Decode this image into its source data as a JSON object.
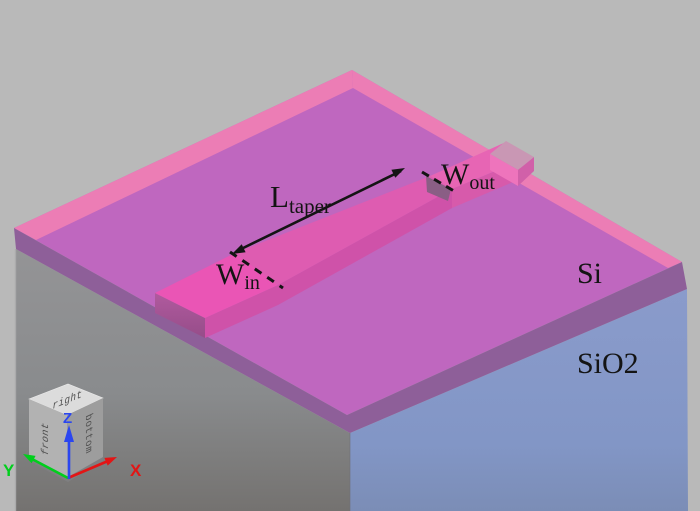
{
  "scene": {
    "type": "3d-cad-viewport",
    "background_color": "#b9b9b9",
    "annotations": {
      "taper_length_label": {
        "symbol": "L",
        "subscript": "taper"
      },
      "input_width_label": {
        "symbol": "W",
        "subscript": "in"
      },
      "output_width_label": {
        "symbol": "W",
        "subscript": "out"
      },
      "si_material_label": "Si",
      "sio2_material_label": "SiO2"
    },
    "materials": {
      "si_slab_top_color": "#bf67bf",
      "si_slab_edge_color": "#8e5f99",
      "waveguide_top_color": "#ea55b5",
      "taper_top_color": "#de5cb1",
      "output_waveguide_color": "#e765b4",
      "pink_border_color": "#ec7db5",
      "substrate_side_color": "#8d8d8f",
      "sio2_side_color": "#8497c7"
    }
  },
  "orientation_indicator": {
    "cube_face_labels": {
      "top": "right",
      "left": "front",
      "right": "bottom"
    },
    "axes": [
      {
        "label": "X",
        "color": "#e31515"
      },
      {
        "label": "Y",
        "color": "#00cf1c"
      },
      {
        "label": "Z",
        "color": "#2b46f0"
      }
    ]
  }
}
